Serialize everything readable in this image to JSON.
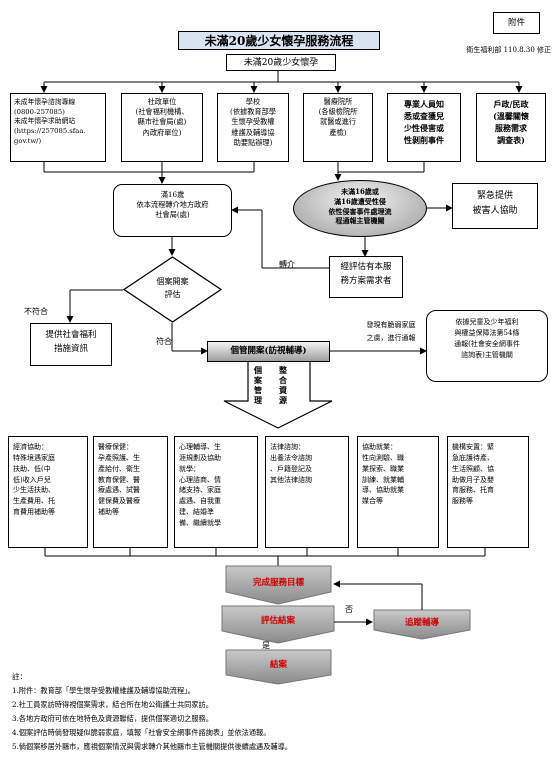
{
  "attachment": "附件",
  "title": "未滿20歲少女懷孕服務流程",
  "version": "衛生福利部 110.8.30 修正",
  "start": "未滿20歲少女懷孕",
  "sources": [
    "未成年懷孕諮詢專線\n(0800-257085)\n未成年懷孕求助網站\n(https://257085.sfaa.\ngov.tw/)",
    "社政單位\n(社會福利機構、\n縣市社會局(處)\n內政府單位)",
    "學校\n(依據教育部學\n生懷孕受教權\n維護及輔導協\n助要點辦理)",
    "醫療院所\n(各級檢院所\n就醫或進行\n產檢)",
    "專業人員知\n悉或查獲兒\n少性侵害或\n性剝削事件",
    "戶政/民政\n(溫馨關懷\n服務需求\n調查表)"
  ],
  "under16": "滿16歲\n依本流程轉介地方政府\n社會局(處)",
  "sex_case": "未滿16歲或\n滿16歲遭受性侵\n依性侵害事件處理流\n程通報主管機關",
  "emergency": "緊急提供\n被害人協助",
  "referral": "轉介",
  "assess_other": "經評估有本服\n務方案需求者",
  "decision": "個案開案\n評估",
  "no": "不符合",
  "yes_match": "符合",
  "welfare_info": "提供社會福利\n措施資訊",
  "case_open": "個管開案(訪視輔導)",
  "case_mgmt": "個\n案\n管\n理",
  "integrate": "整\n合\n資\n源",
  "risk_note": "發現有脆弱家庭\n之虞，進行通報",
  "child_report": "依據兒童及少年福利\n與權益保障法第54條\n通報(社會安全網事件\n諮詢表)主管機關",
  "services": [
    "經濟協助：\n特殊境遇家庭\n扶助、低(中\n低)收入戶兒\n少生活扶助、\n生產費用、托\n育費用補助等",
    "醫療保健：\n孕產照護、生\n產給付、衛生\n教育保健、醫\n療處遇、試醫\n健保費及醫療\n補助等",
    "心理輔導、生\n涯規劃及協助\n就學：\n心理諮商、情\n緒支持、家庭\n處遇、自我重\n建、結婚準\n備、繼續就學",
    "法律諮詢：\n出養法令諮詢\n、戶籍登記及\n其他法律諮詢",
    "協助就業：\n性向測驗、職\n業探索、職業\n訓練、就業輔\n導、協助就業\n媒合等",
    "機構安置：緊\n急庇護待產、\n生活照顧、協\n助做月子及嬰\n育服務、托育\n服務等"
  ],
  "goal": "完成服務目標",
  "assess_result": "評估結案",
  "no_label": "否",
  "yes_label": "是",
  "followup": "追蹤輔導",
  "close": "結案",
  "notes_title": "註：",
  "notes": [
    "1.附件：教育部「學生懷孕受教權維護及輔導協助流程」。",
    "2.社工員家訪時得視個案需求，結合所在地公衛護士共同家訪。",
    "3.各地方政府可依在地特色及資源聯結，提供個案適切之服務。",
    "4.個案評估時倘發現疑似脆弱家庭，填報「社會安全網事件諮詢表」並依法通報。",
    "5.倘個案移居外縣市，應視個案情況與需求轉介其他縣市主管機關提供後續處遇及輔導。"
  ]
}
